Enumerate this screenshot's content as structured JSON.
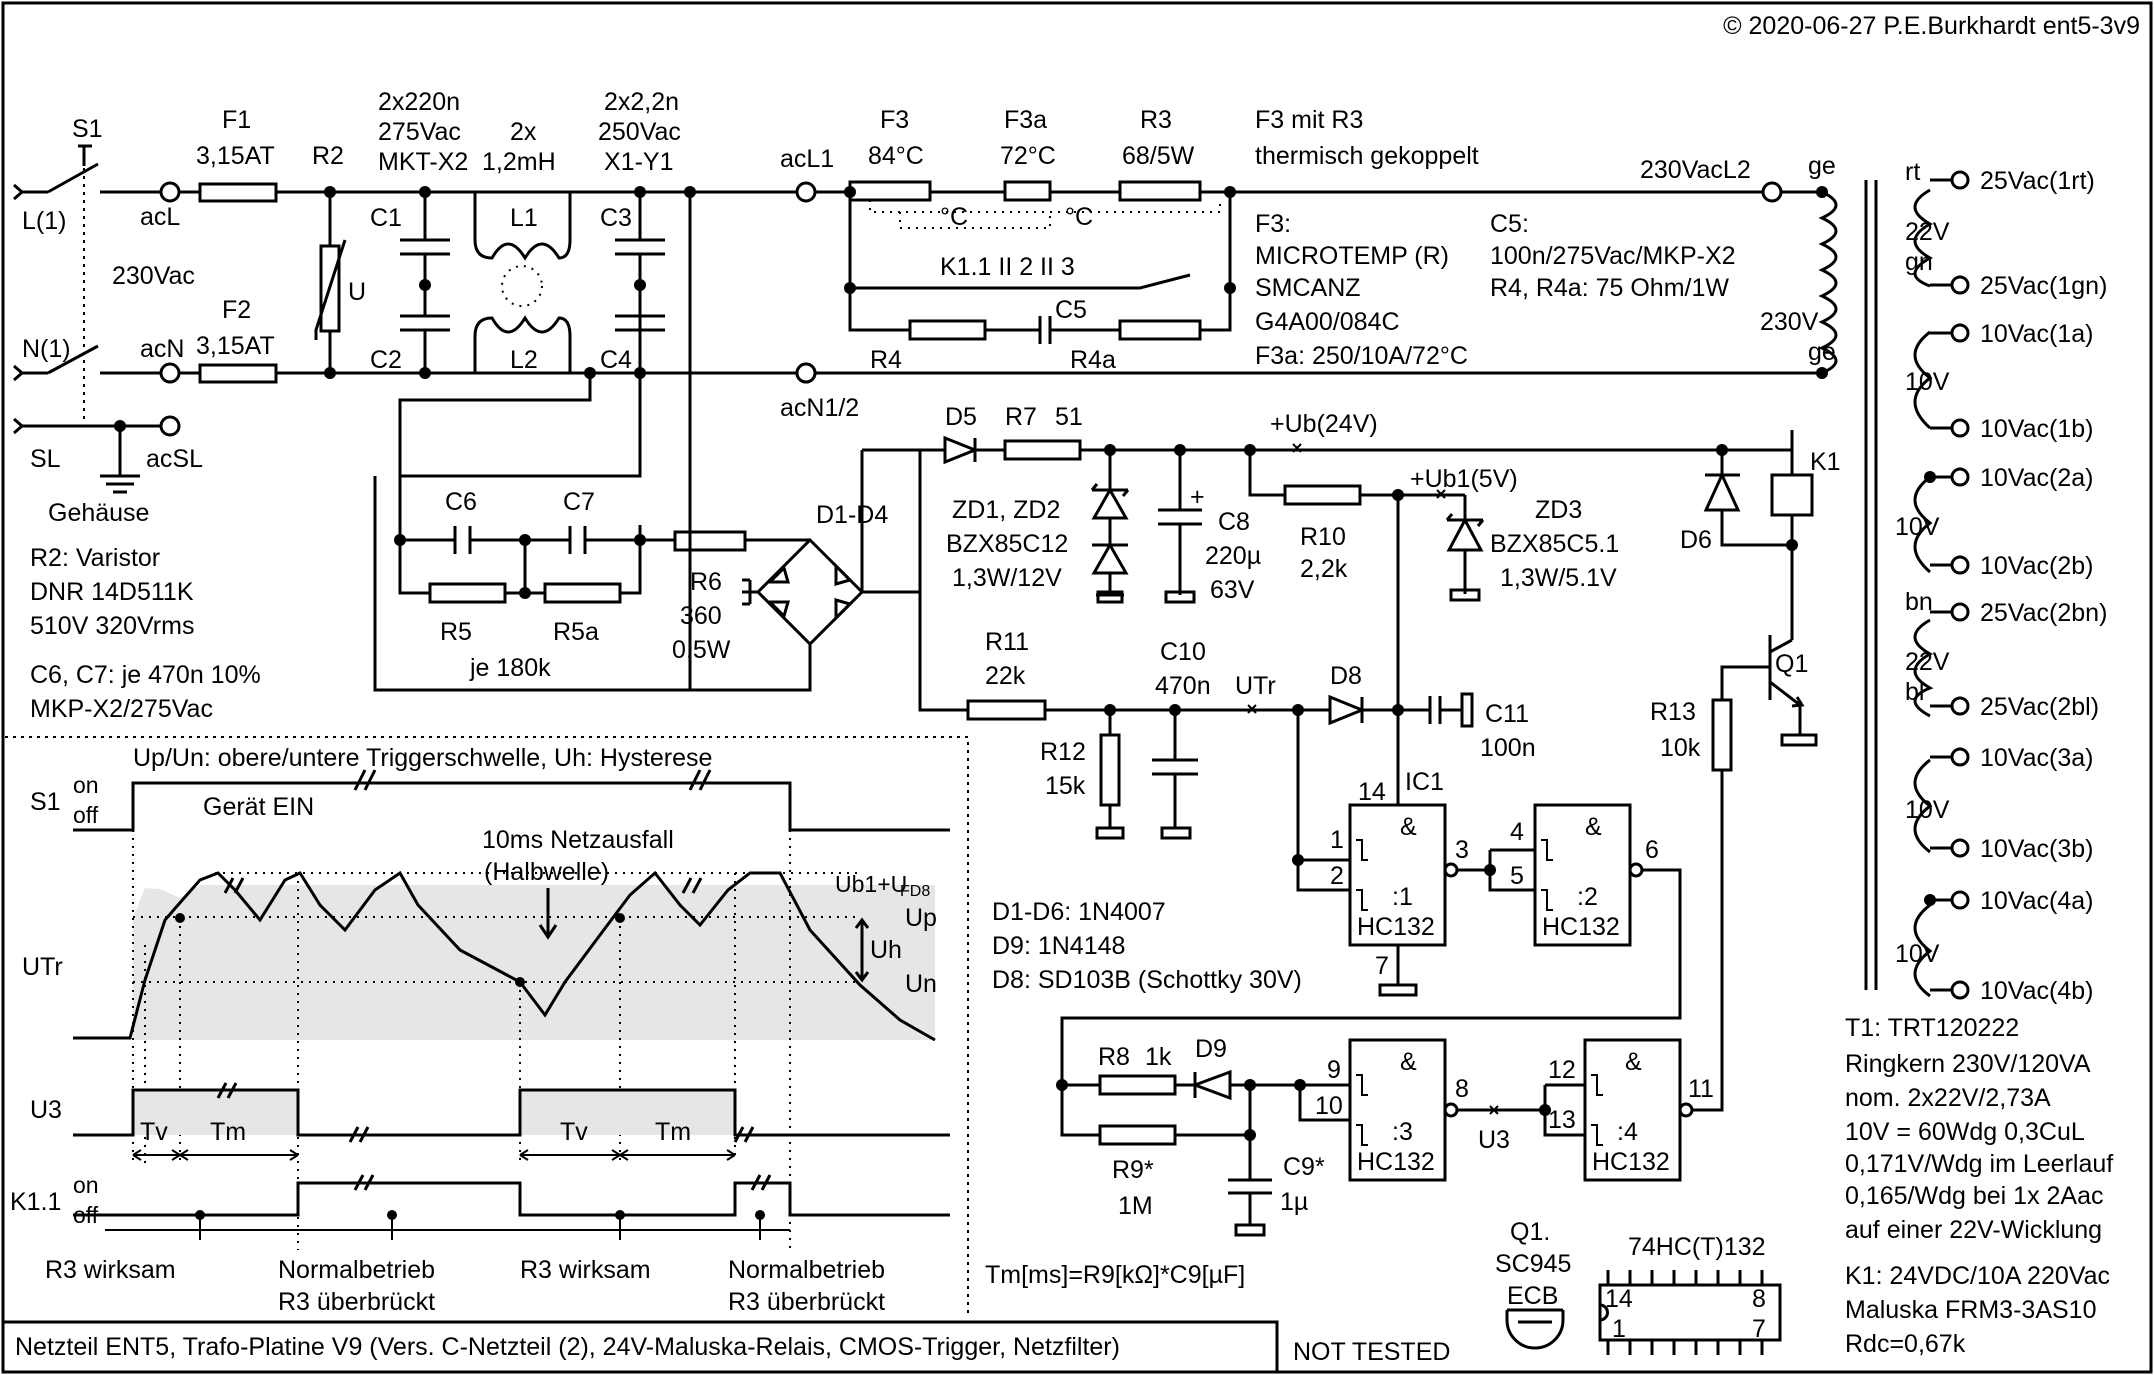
{
  "header": {
    "copyright": "© 2020-06-27 P.E.Burkhardt ent5-3v9"
  },
  "mains": {
    "s1": "S1",
    "l1": "L(1)",
    "n1": "N(1)",
    "sl": "SL",
    "v230": "230Vac",
    "acl": "acL",
    "acn": "acN",
    "acsl": "acSL",
    "gehaeuse": "Gehäuse",
    "f1": "F1",
    "f1v": "3,15AT",
    "f2": "F2",
    "f2v": "3,15AT",
    "r2": "R2",
    "u": "U",
    "c12a": "2x220n",
    "c12b": "275Vac",
    "c12c": "MKT-X2",
    "c1": "C1",
    "c2": "C2",
    "la": "2x",
    "lb": "1,2mH",
    "l1lbl": "L1",
    "l2lbl": "L2",
    "c34a": "2x2,2n",
    "c34b": "250Vac",
    "c34c": "X1-Y1",
    "c3": "C3",
    "c4": "C4",
    "acl1": "acL1",
    "acn12": "acN1/2"
  },
  "varistor_note": [
    "R2: Varistor",
    "DNR 14D511K",
    "510V  320Vrms"
  ],
  "cap_note": [
    "C6, C7: je 470n 10%",
    "MKP-X2/275Vac"
  ],
  "thermal": {
    "f3": "F3",
    "f3v": "84°C",
    "f3a": "F3a",
    "f3av": "72°C",
    "r3": "R3",
    "r3v": "68/5W",
    "note1": "F3 mit R3",
    "note2": "thermisch gekoppelt",
    "deg1": "°C",
    "deg2": "°C",
    "k11": "K1.1 II 2 II 3",
    "c5": "C5",
    "r4": "R4",
    "r4a": "R4a",
    "f3info": [
      "F3:",
      "MICROTEMP (R)",
      "SMCANZ",
      "G4A00/084C",
      "F3a: 250/10A/72°C"
    ],
    "c5info": [
      "C5:",
      "100n/275Vac/MKP-X2",
      "R4, R4a: 75 Ohm/1W"
    ]
  },
  "transformer": {
    "acl2": "230VacL2",
    "ge1": "ge",
    "ge2": "ge",
    "v230": "230V",
    "rt": "rt",
    "gn": "gn",
    "v22a": "22V",
    "bn": "bn",
    "bl": "bl",
    "v22b": "22V",
    "v10a": "10V",
    "v10b": "10V",
    "v10c": "10V",
    "v10d": "10V",
    "taps": [
      "25Vac(1rt)",
      "25Vac(1gn)",
      "10Vac(1a)",
      "10Vac(1b)",
      "10Vac(2a)",
      "10Vac(2b)",
      "25Vac(2bn)",
      "25Vac(2bl)",
      "10Vac(3a)",
      "10Vac(3b)",
      "10Vac(4a)",
      "10Vac(4b)"
    ],
    "t1info": [
      "T1: TRT120222",
      "Ringkern 230V/120VA",
      "nom. 2x22V/2,73A",
      "10V  = 60Wdg 0,3CuL",
      "0,171V/Wdg im Leerlauf",
      "0,165/Wdg bei 1x 2Aac",
      "auf einer 22V-Wicklung"
    ],
    "k1info": [
      "K1: 24VDC/10A 220Vac",
      "Maluska FRM3-3AS10",
      "Rdc=0,67k"
    ]
  },
  "supply": {
    "c6": "C6",
    "c7": "C7",
    "r5": "R5",
    "r5a": "R5a",
    "je": "je 180k",
    "r6": "R6",
    "r6a": "360",
    "r6b": "0,5W",
    "d1d4": "D1-D4",
    "d5": "D5",
    "r7": "R7",
    "r7v": "51",
    "ub": "+Ub(24V)",
    "ub1": "+Ub1(5V)",
    "zd12": [
      "ZD1, ZD2",
      "BZX85C12",
      "1,3W/12V"
    ],
    "c8": "C8",
    "c8a": "220µ",
    "c8b": "63V",
    "plus": "+",
    "r10": "R10",
    "r10v": "2,2k",
    "zd3": [
      "ZD3",
      "BZX85C5.1",
      "1,3W/5.1V"
    ],
    "d6": "D6",
    "k1": "K1",
    "q1": "Q1",
    "r13": "R13",
    "r13v": "10k",
    "r11": "R11",
    "r11v": "22k",
    "c10": "C10",
    "c10v": "470n",
    "utr": "UTr",
    "d8": "D8",
    "c11": "C11",
    "c11v": "100n",
    "r12": "R12",
    "r12v": "15k"
  },
  "logic": {
    "ic1": "IC1",
    "p14": "14",
    "p7": "7",
    "p1": "1",
    "p2": "2",
    "p3": "3",
    "p4": "4",
    "p5": "5",
    "p6": "6",
    "p9": "9",
    "p10": "10",
    "p8": "8",
    "p12": "12",
    "p13": "13",
    "p11": "11",
    "amp": "&",
    "g1": ":1",
    "g2": ":2",
    "g3": ":3",
    "g4": ":4",
    "hc": "HC132",
    "r8": "R8",
    "r8v": "1k",
    "d9": "D9",
    "r9": "R9*",
    "r9v": "1M",
    "c9": "C9*",
    "c9v": "1µ",
    "u3": "U3",
    "diodes": [
      "D1-D6: 1N4007",
      "D9: 1N4148",
      "D8: SD103B (Schottky 30V)"
    ],
    "formula": "Tm[ms]=R9[kΩ]*C9[µF]"
  },
  "timing": {
    "title": "Up/Un: obere/untere Triggerschwelle, Uh: Hysterese",
    "s1": "S1",
    "on": "on",
    "off": "off",
    "ein": "Gerät EIN",
    "netz1": "10ms Netzausfall",
    "netz2": "(Halbwelle)",
    "ub1fd": "Ub1+U",
    "fd8": "FD8",
    "up": "Up",
    "uh": "Uh",
    "un": "Un",
    "utr": "UTr",
    "u3": "U3",
    "tv1": "Tv",
    "tm1": "Tm",
    "tv2": "Tv",
    "tm2": "Tm",
    "k11": "K1.1",
    "on2": "on",
    "off2": "off",
    "r3w1": "R3 wirksam",
    "nb1a": "Normalbetrieb",
    "nb1b": "R3 überbrückt",
    "r3w2": "R3 wirksam",
    "nb2a": "Normalbetrieb",
    "nb2b": "R3 überbrückt"
  },
  "pinout": {
    "q1": "Q1.",
    "sc": "SC945",
    "ecb": "ECB",
    "ic": "74HC(T)132",
    "p14": "14",
    "p8": "8",
    "p1": "1",
    "p7": "7"
  },
  "footer": {
    "title": "Netzteil ENT5, Trafo-Platine V9 (Vers. C-Netzteil (2), 24V-Maluska-Relais, CMOS-Trigger, Netzfilter)",
    "status": "NOT TESTED"
  }
}
